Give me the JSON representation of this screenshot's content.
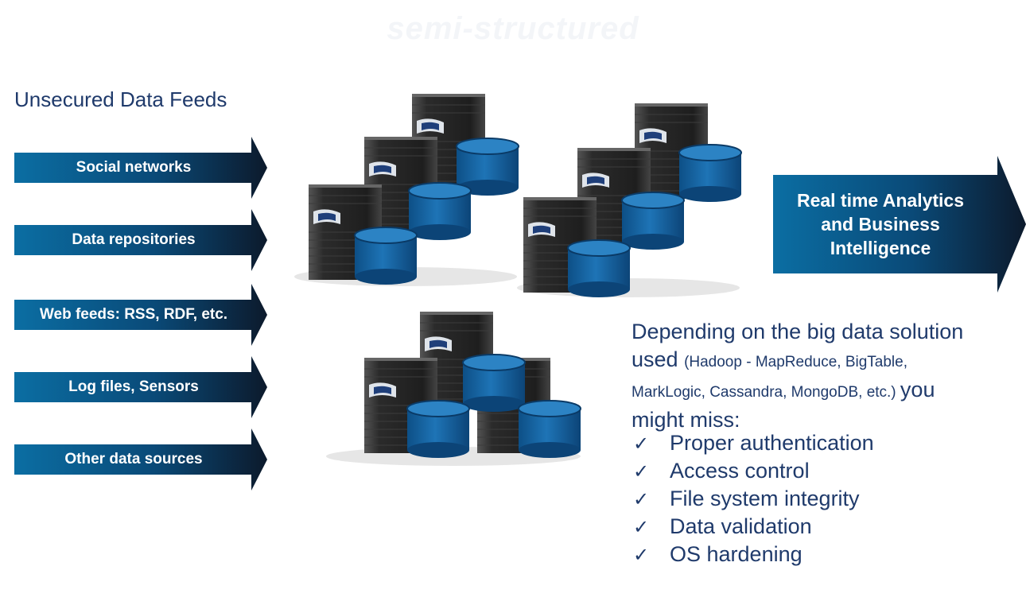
{
  "heading": "Unsecured Data Feeds",
  "feeds": [
    {
      "label": "Social networks"
    },
    {
      "label": "Data repositories"
    },
    {
      "label": "Web feeds: RSS, RDF, etc."
    },
    {
      "label": "Log files, Sensors"
    },
    {
      "label": "Other data sources"
    }
  ],
  "output": {
    "lines": [
      "Real time Analytics",
      "and Business",
      "Intelligence"
    ]
  },
  "info": {
    "line1": "Depending on the big data solution",
    "line2_large": "used ",
    "line2_small": "(Hadoop - MapReduce, BigTable,",
    "line3_small": "MarkLogic, Cassandra, MongoDB, etc.) ",
    "line3_large": " you",
    "line4": "might miss:"
  },
  "checklist": [
    {
      "mark": "✓",
      "text": "Proper authentication"
    },
    {
      "mark": "✓",
      "text": "Access control"
    },
    {
      "mark": "✓",
      "text": "File system integrity"
    },
    {
      "mark": "✓",
      "text": "Data validation"
    },
    {
      "mark": "✓",
      "text": "OS hardening"
    }
  ],
  "colors": {
    "arrow_light": "#0b6ea3",
    "arrow_dark": "#0c1a2c",
    "heading_text": "#1f3a6b",
    "cylinder": "#1b6aa8",
    "server": "#2a2a2a"
  },
  "icons": {
    "server": "server-icon",
    "database": "database-icon",
    "check": "check-icon"
  }
}
